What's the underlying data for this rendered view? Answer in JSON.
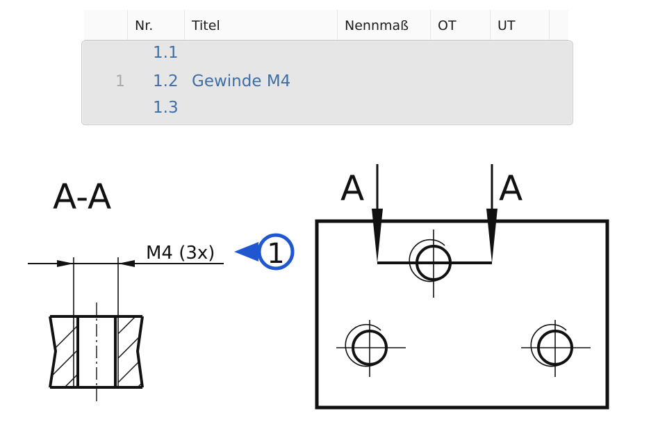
{
  "table": {
    "headers": {
      "nr": "Nr.",
      "titel": "Titel",
      "nennmass": "Nennmaß",
      "ot": "OT",
      "ut": "UT"
    },
    "group_label": "1",
    "rows": [
      {
        "nr": "1.1",
        "titel": ""
      },
      {
        "nr": "1.2",
        "titel": "Gewinde M4"
      },
      {
        "nr": "1.3",
        "titel": ""
      }
    ]
  },
  "drawing": {
    "section_title": "A-A",
    "section_mark_left": "A",
    "section_mark_right": "A",
    "thread_callout": "M4 (3x)",
    "balloon_number": "1",
    "balloon_color": "#1f57d0"
  }
}
